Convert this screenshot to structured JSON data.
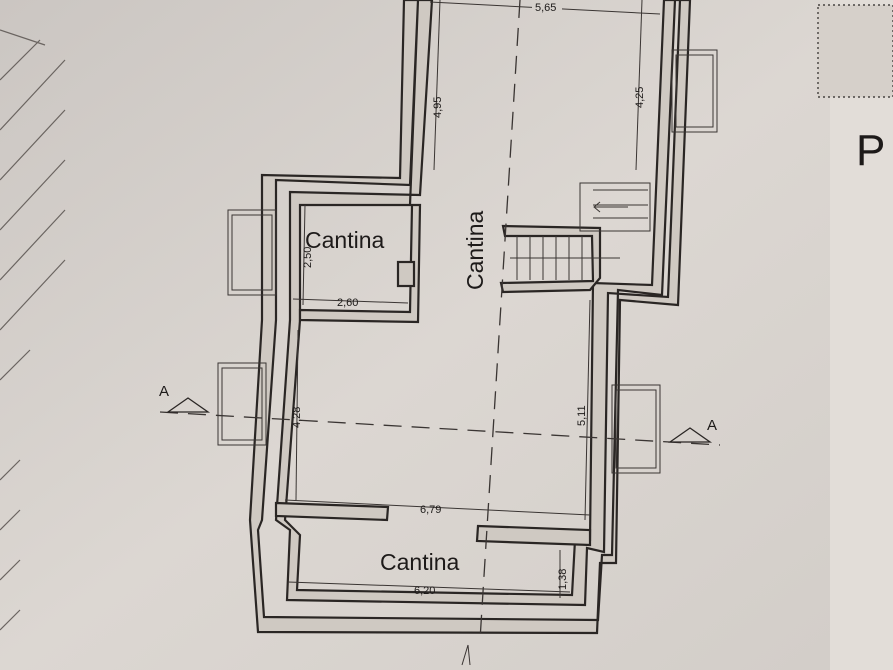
{
  "rooms": [
    {
      "label": "Cantina"
    },
    {
      "label": "Cantina"
    },
    {
      "label": "Cantina"
    }
  ],
  "dimensions": {
    "top_width": "5,65",
    "left_height_top": "4,95",
    "right_height_top": "4,25",
    "small_room_height": "2,50",
    "small_room_width": "2,60",
    "main_left_height": "4,28",
    "main_right_height": "5,11",
    "main_width": "6,79",
    "bottom_room_width": "6,20",
    "bottom_room_height": "1,38"
  },
  "section_markers": {
    "left": "A",
    "right": "A"
  },
  "sheet_letter": "P",
  "colors": {
    "paper": "#d9d4cf",
    "ink": "#2a2624",
    "wall": "#cfc9c2"
  }
}
